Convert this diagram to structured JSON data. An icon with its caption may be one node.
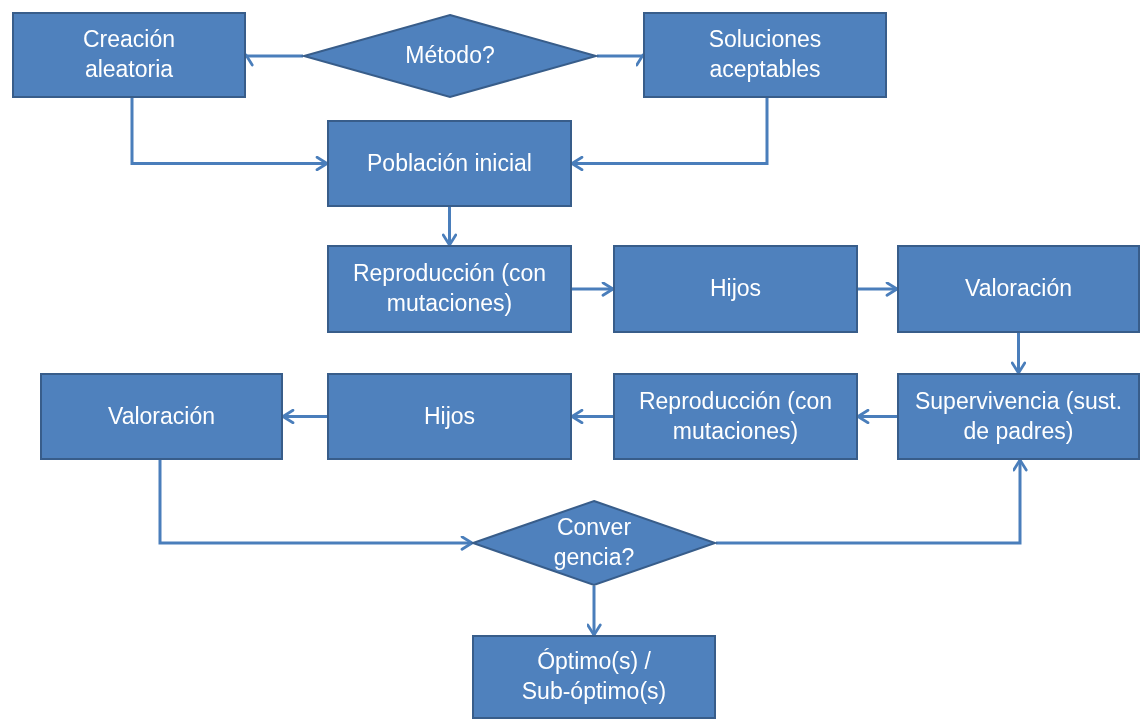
{
  "diagram": {
    "nodes": [
      {
        "text": [
          "Creación aleatoria"
        ]
      },
      {
        "text": [
          "Método?"
        ]
      },
      {
        "text": [
          "Soluciones aceptables"
        ]
      },
      {
        "text": [
          "Población inicial"
        ]
      },
      {
        "text": [
          "Reproducción (con mutaciones)"
        ]
      },
      {
        "text": [
          "Hijos"
        ]
      },
      {
        "text": [
          "Valoración"
        ]
      },
      {
        "text": [
          "Supervivencia (sust. de padres)"
        ]
      },
      {
        "text": [
          "Reproducción (con mutaciones)"
        ]
      },
      {
        "text": [
          "Hijos"
        ]
      },
      {
        "text": [
          "Valoración"
        ]
      },
      {
        "text": [
          "Conver gencia?"
        ]
      },
      {
        "text": [
          "Óptimo(s) / Sub-óptimo(s)"
        ]
      }
    ],
    "edges": [
      {
        "from": 1,
        "to": 0,
        "arrow": "to"
      },
      {
        "from": 1,
        "to": 2,
        "arrow": "to"
      },
      {
        "from": 0,
        "to": 3,
        "arrow": "to"
      },
      {
        "from": 2,
        "to": 3,
        "arrow": "to"
      },
      {
        "from": 3,
        "to": 4,
        "arrow": "to"
      },
      {
        "from": 4,
        "to": 5,
        "arrow": "to"
      },
      {
        "from": 5,
        "to": 6,
        "arrow": "to"
      },
      {
        "from": 6,
        "to": 7,
        "arrow": "to"
      },
      {
        "from": 7,
        "to": 8,
        "arrow": "to"
      },
      {
        "from": 8,
        "to": 9,
        "arrow": "to"
      },
      {
        "from": 9,
        "to": 10,
        "arrow": "to"
      },
      {
        "from": 10,
        "to": 11,
        "arrow": "to"
      },
      {
        "from": 11,
        "to": 7,
        "arrow": "to"
      },
      {
        "from": 11,
        "to": 12,
        "arrow": "to"
      }
    ]
  }
}
